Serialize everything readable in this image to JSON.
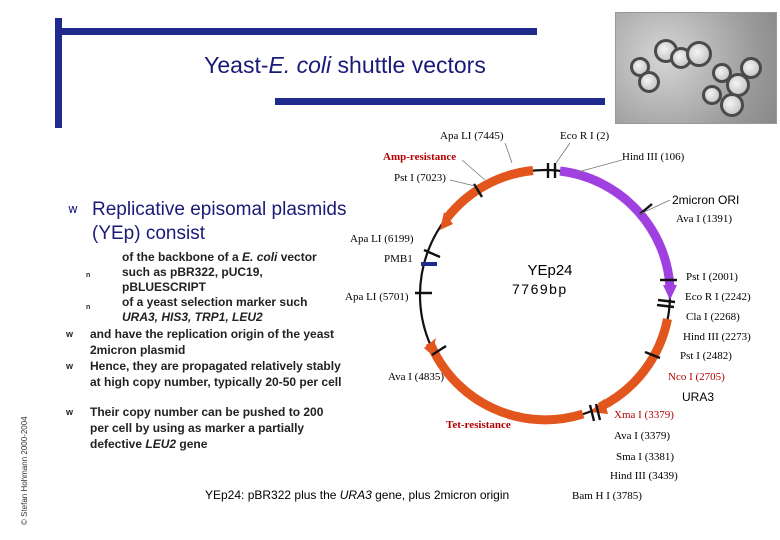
{
  "slide": {
    "title_prefix": "Yeast-",
    "title_italic": "E. coli",
    "title_suffix": " shuttle vectors",
    "copyright": "© Stefan Hohmann 2000-2004"
  },
  "bullets": {
    "main_symbol": "w",
    "main_text": "Replicative episomal plasmids (YEp) consist",
    "sub_symbol": "n",
    "sub1_pre": "of the backbone of a ",
    "sub1_italic": "E. coli",
    "sub1_post": " vector",
    "sub1_line2": "such as pBR322, pUC19,",
    "sub1_line3": "pBLUESCRIPT",
    "sub2_line1": "of a yeast selection marker such",
    "sub2_line2": "URA3, HIS3, TRP1, LEU2",
    "b2_symbol": "w",
    "b2_text": "and have the replication origin of the yeast 2micron plasmid",
    "b3_text": "Hence, they are propagated relatively stably at high copy number, typically 20-50 per cell",
    "b4_pre": "Their copy number can be pushed to 200 per cell by using as marker a partially defective ",
    "b4_italic": "LEU2",
    "b4_post": " gene"
  },
  "map": {
    "name": "YEp24",
    "size": "7769bp",
    "labels": {
      "apa_7445": "Apa LI (7445)",
      "eco_2": "Eco R I (2)",
      "amp": "Amp-resistance",
      "hind_106": "Hind III (106)",
      "pst_7023": "Pst I (7023)",
      "micron": "2micron ORI",
      "ava_1391": "Ava I (1391)",
      "apa_6199": "Apa LI (6199)",
      "pmb1": "PMB1",
      "pst_2001": "Pst I (2001)",
      "apa_5701": "Apa LI (5701)",
      "eco_2242": "Eco R I (2242)",
      "cla_2268": "Cla I (2268)",
      "hind_2273": "Hind III (2273)",
      "pst_2482": "Pst I (2482)",
      "ava_4835": "Ava I (4835)",
      "nco_2705": "Nco I (2705)",
      "ura3": "URA3",
      "xma_3379": "Xma I (3379)",
      "tet": "Tet-resistance",
      "ava_3379": "Ava I (3379)",
      "sma_3381": "Sma I (3381)",
      "hind_3439": "Hind III (3439)",
      "bam_3785": "Bam H I (3785)"
    }
  },
  "caption": {
    "pre": "YEp24: pBR322 plus the ",
    "italic": "URA3",
    "post": " gene, plus 2micron origin"
  },
  "colors": {
    "accent_bar": "#1f2a8c",
    "orange_feature": "#e2561e",
    "purple_feature": "#a040e0",
    "red_label": "#b40000"
  }
}
